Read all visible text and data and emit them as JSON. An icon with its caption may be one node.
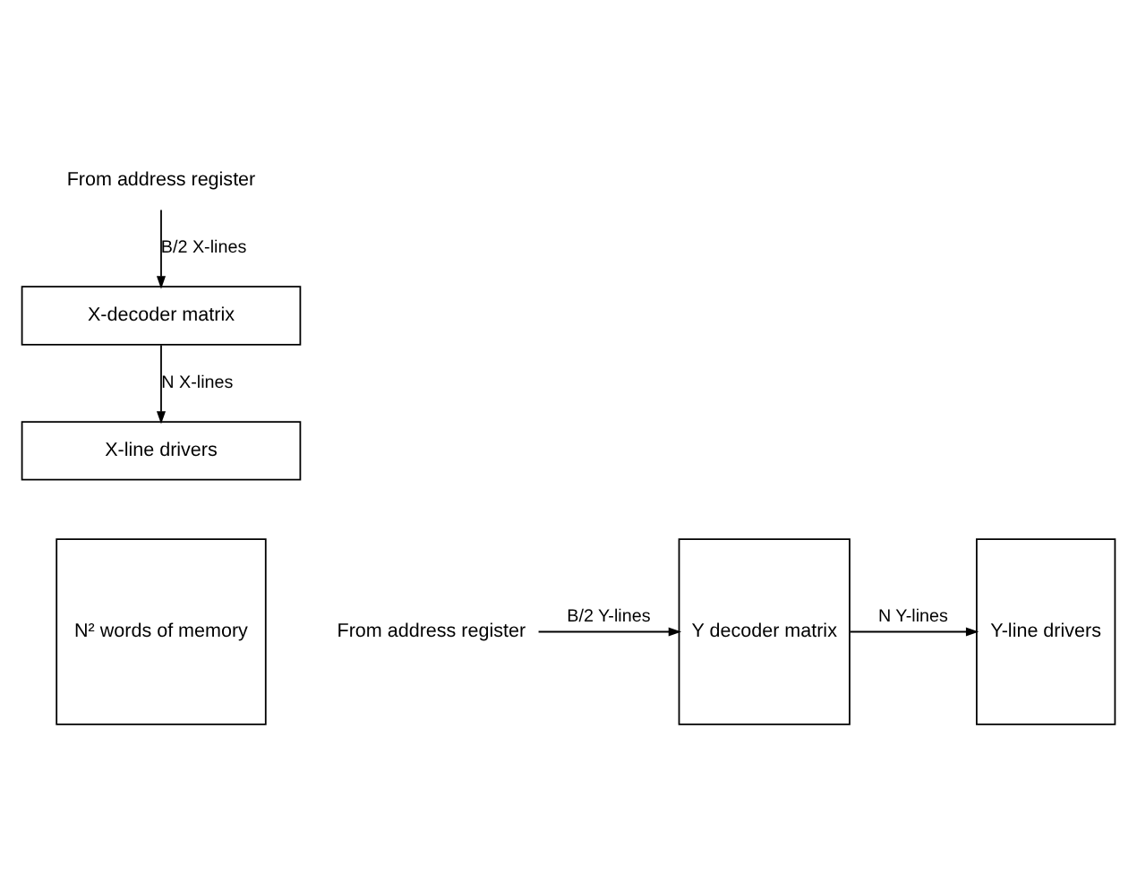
{
  "diagram": {
    "nodes": [
      {
        "text": [
          "From address register"
        ]
      },
      {
        "text": [
          "X-decoder matrix"
        ]
      },
      {
        "text": [
          "X-line drivers"
        ]
      },
      {
        "text": [
          "Y-line drivers"
        ]
      },
      {
        "text": [
          "N² words of memory"
        ]
      },
      {
        "text": [
          "From address register"
        ]
      },
      {
        "text": [
          "Y decoder matrix"
        ]
      }
    ],
    "edges": [
      {
        "from": 0,
        "to": 1,
        "arrow": "to",
        "label": "B/2 X-lines"
      },
      {
        "from": 1,
        "to": 2,
        "arrow": "to",
        "label": "N X-lines"
      },
      {
        "from": 5,
        "to": 6,
        "arrow": "to",
        "label": "B/2 Y-lines"
      },
      {
        "from": 6,
        "to": 3,
        "arrow": "to",
        "label": "N Y-lines"
      }
    ]
  }
}
